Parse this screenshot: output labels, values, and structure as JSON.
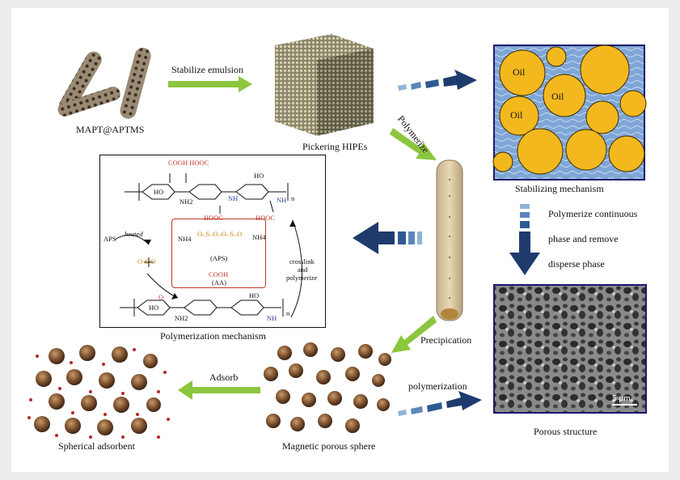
{
  "labels": {
    "mapt": "MAPT@APTMS",
    "stabilize": "Stabilize emulsion",
    "pickering": "Pickering HIPEs",
    "polymerize": "Polymerize",
    "stabilizing_mechanism": "Stabilizing mechanism",
    "oil": "Oil",
    "continuous_1": "Polymerize continuous",
    "continuous_2": "phase and remove",
    "continuous_3": "disperse phase",
    "polymerization_mechanism": "Polymerization mechanism",
    "precipication": "Precipication",
    "porous_structure": "Porous structure",
    "scale_bar": "5 μm",
    "polymerization": "polymerization",
    "magnetic_sphere": "Magnetic porous sphere",
    "adsorb": "Adsorb",
    "spherical_adsorbent": "Spherical adsorbent"
  },
  "mechanism": {
    "cooh_hooc": "COOH HOOC",
    "hooc_left": "HOOC",
    "hooc_right": "HOOC",
    "ho_top": "HO",
    "ho_mid": "HO",
    "nh2_top": "NH2",
    "nh_top1": "NH",
    "nh_top2": "NH",
    "aps": "APS",
    "heated": "heated",
    "nh4_left": "NH4",
    "nh4_right": "NH4",
    "aps_label": "(APS)",
    "cooh_aa": "COOH",
    "aa_label": "(AA)",
    "crosslink": "crosslink",
    "and": "and",
    "polymerize": "polymerize",
    "o_bottom": "O",
    "ho_bottom1": "HO",
    "ho_bottom2": "HO",
    "nh2_bottom": "NH2",
    "nh_bottom": "NH",
    "n_sub": "n"
  },
  "colors": {
    "green_arrow": "#8cc63f",
    "blue_arrow": "#1f3b6e",
    "oil_fill": "#f2b81e",
    "water_fill": "#7fa6d6",
    "red": "#c0392b"
  }
}
